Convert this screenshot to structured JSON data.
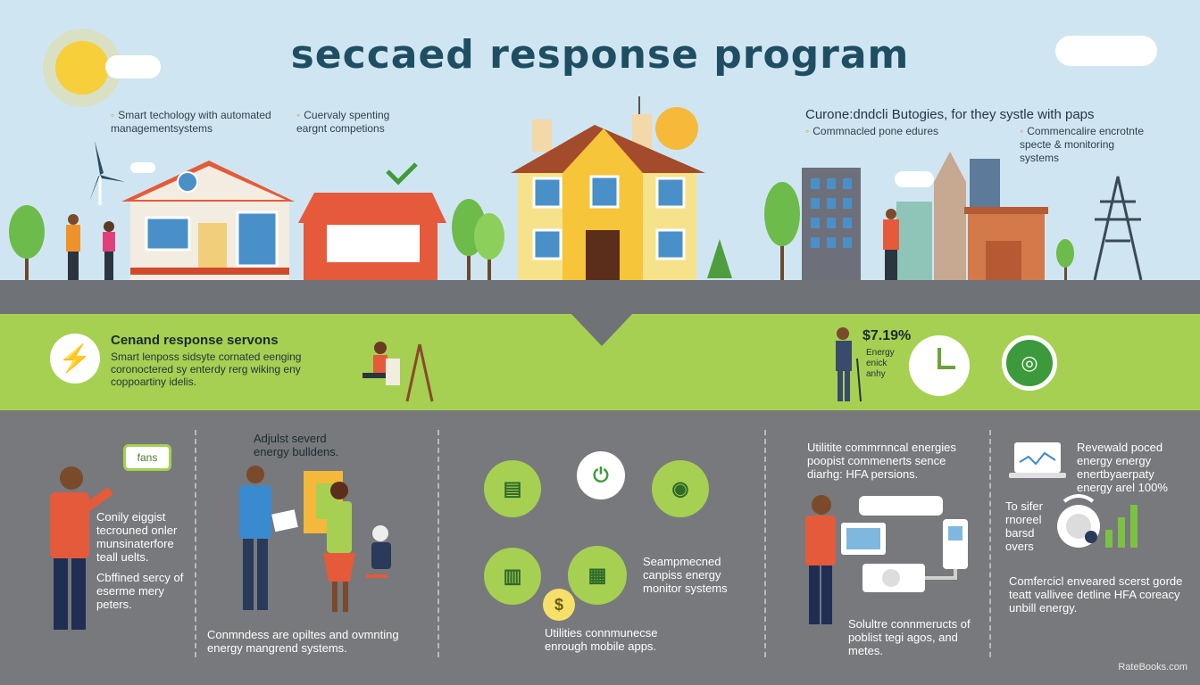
{
  "title": "seccaed response program",
  "top_notes": {
    "left_1": "Smart techology with automated managementsystems",
    "left_2": "Cuervaly spenting eargnt competions",
    "right_heading": "Curone:dndcli Butogies, for they systle with paps",
    "right_1": "Commnacled pone edures",
    "right_2": "Commencalire encrotnte specte & monitoring systems"
  },
  "band": {
    "title": "Cenand response servons",
    "text": "Smart lenposs sidsyte cornated eenging coronoctered sy enterdy rerg wiking eny coppoartiny idelis.",
    "price": "$7.19%",
    "price_note": "Energy enick anhy"
  },
  "panels": {
    "p1_sign": "fans",
    "p1_text_1": "Conily eiggist tecrouned onler munsinaterfore teall uelts.",
    "p1_text_2": "Cbffined sercy of eserme mery peters.",
    "p2_top": "Adjulst severd energy bulldens.",
    "p2_bottom": "Conmndess are opiltes and ovmnting energy mangrend systems.",
    "p3_mid": "Seampmecned canpiss energy monitor systems",
    "p3_bottom": "Utilities connmunecse enrough mobile apps.",
    "p3_dollar": "$",
    "p4_top": "Utilitite commrnncal energies poopist commenerts sence diarhg: HFA persions.",
    "p4_bottom": "Solultre connmeructs of poblist tegi agos, and metes.",
    "p5_top": "Revewald poced energy energy enertbyaerpaty energy arel 100%",
    "p5_mid": "To sifer rnoreel barsd overs",
    "p5_bottom": "Comfercicl enveared scerst gorde teatt vallivee detline HFA coreacy unbill energy."
  },
  "footer": "RateBooks.com",
  "colors": {
    "sky": "#cfe6f2",
    "green": "#a6d052",
    "road": "#6f7377",
    "title": "#1f4e63"
  }
}
